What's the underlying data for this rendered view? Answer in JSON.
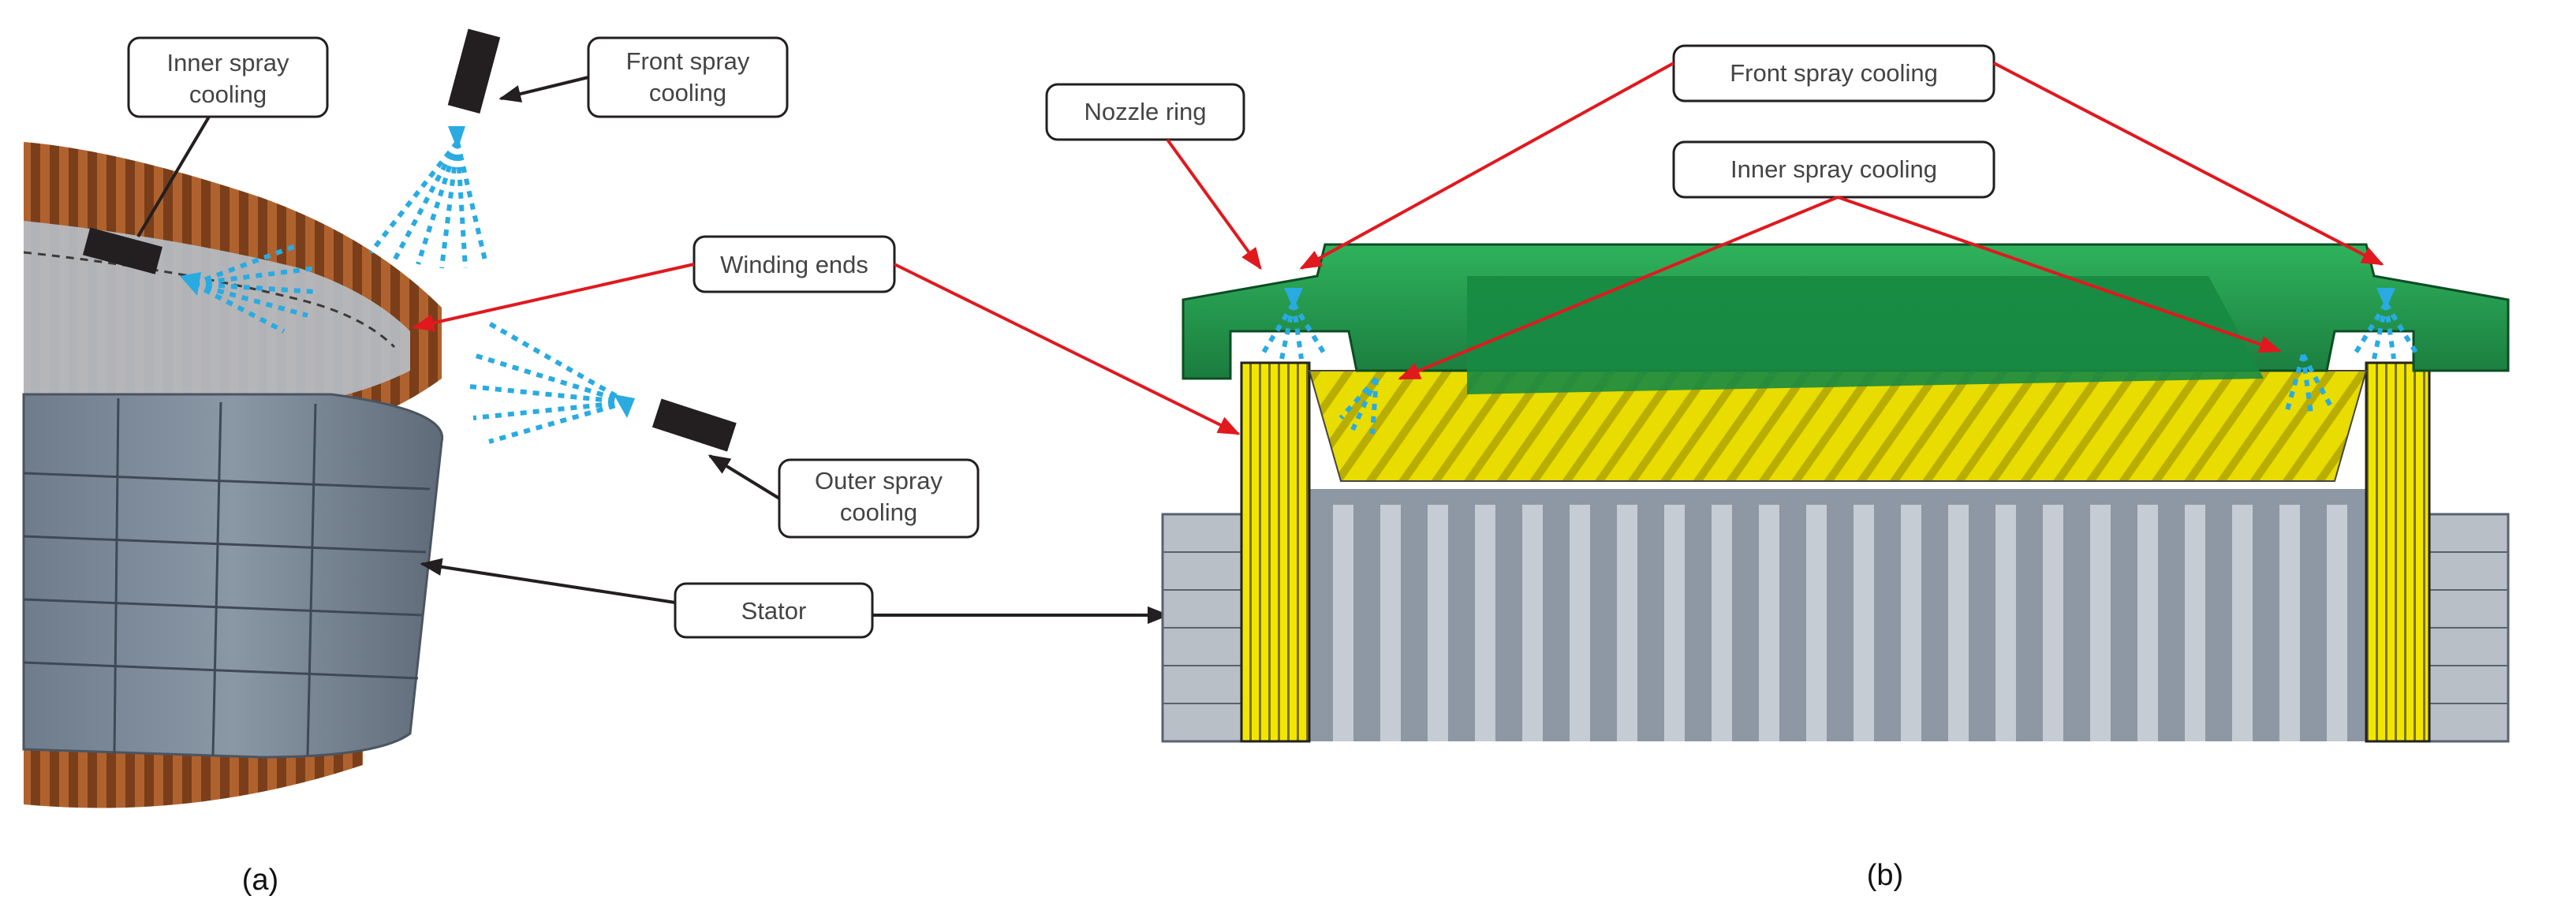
{
  "panel_a": {
    "caption": "(a)",
    "labels": {
      "inner_spray_line1": "Inner spray",
      "inner_spray_line2": "cooling",
      "front_spray_line1": "Front spray",
      "front_spray_line2": "cooling",
      "outer_spray_line1": "Outer spray",
      "outer_spray_line2": "cooling",
      "winding_ends": "Winding ends",
      "stator": "Stator"
    }
  },
  "panel_b": {
    "caption": "(b)",
    "labels": {
      "nozzle_ring": "Nozzle ring",
      "front_spray": "Front spray cooling",
      "inner_spray": "Inner spray cooling"
    }
  },
  "colors": {
    "copper": "#8b4a22",
    "stator_gray": "#7b8896",
    "spray_blue": "#29abe2",
    "nozzle_green": "#1f9a4e",
    "winding_yellow": "#f2e600",
    "arrow_red": "#e0191f",
    "arrow_black": "#231f20"
  }
}
